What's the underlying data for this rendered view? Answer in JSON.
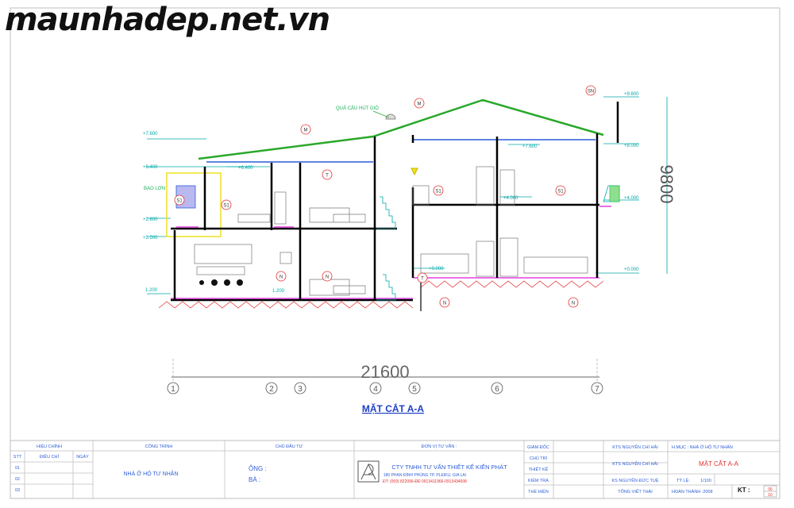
{
  "watermark": "maunhadep.net.vn",
  "annotations": {
    "roof_vent": "QUẢ CẦU HÚT GIÓ",
    "balcony": "BAO LƠN",
    "elevations": {
      "e7600": "+7.600",
      "e6400a": "+6.400",
      "e6400b": "+6.400",
      "e2800": "+2.800",
      "e2500": "+2.500",
      "e1200a": "1.200",
      "e1200b": "1.200",
      "e9800": "+9.800",
      "e8000": "+8.000",
      "e7600b": "+7.600",
      "e4000a": "+4.000",
      "e4000b": "+4.000",
      "e0000a": "+0.000",
      "e0000b": "+0.000"
    },
    "tags": [
      "M",
      "M",
      "T",
      "T",
      "N",
      "N",
      "N",
      "N",
      "S1",
      "S1",
      "S1",
      "S1",
      "SN"
    ],
    "dim_total": "21600",
    "dim_height": "9800",
    "grid": [
      "1",
      "2",
      "3",
      "4",
      "5",
      "6",
      "7"
    ],
    "section_title": "MẶT CẮT  A-A"
  },
  "title_block": {
    "revision_header": "HIỆU CHỈNH",
    "rev_cols": [
      "STT",
      "ĐIỀU CHỈ",
      "NGÀY"
    ],
    "rev_rows": [
      "01",
      "02",
      "03"
    ],
    "project_header": "CÔNG TRÌNH",
    "project_name": "NHÀ Ở HỘ TƯ NHÂN",
    "owner_header": "CHỦ ĐẦU TƯ",
    "owner_mr": "ÔNG :",
    "owner_mrs": "BÀ   :",
    "consultant_header": "ĐƠN VỊ TƯ VẤN :",
    "company": "CTY TNHH TƯ VẤN THIẾT KẾ KIẾN PHÁT",
    "address": "180 PHAN ĐÌNH PHÙNG TP. PLEIKU, GIA LAI",
    "phone": "ĐT: (059) 822096-ĐĐ 0913411966-0913434008",
    "roles": [
      "GIÁM ĐỐC",
      "CHỦ TRÌ",
      "THIẾT KẾ",
      "KIỂM TRA",
      "THỂ HIỆN"
    ],
    "names": [
      "KTS NGUYỄN CHÍ HẢI",
      "KTS NGUYỄN CHÍ HẢI",
      "",
      "KS NGUYỄN ĐỨC TUỆ",
      "TỐNG VIẾT THÁI"
    ],
    "item_label": "H.MỤC : NHÀ Ở HỘ TƯ NHÂN",
    "drawing_name": "MẶT CẮT  A-A",
    "scale_label": "TỶ LỆ:",
    "scale_value": "1/100",
    "completed_label": "HOÀN THÀNH :2008",
    "kt_label": "KT :",
    "sheet_no": "06",
    "sheet_total": "10"
  },
  "colors": {
    "structure": "#000000",
    "roof": "#2aa82a",
    "slab": "#2a5bd7",
    "floor": "#e040e0",
    "dimension": "#00a8a8",
    "tag": "#e03030",
    "title_green": "#1fae5b",
    "section_blue": "#1e40c8",
    "company_blue": "#2e5fd8",
    "highlight": "#f0e020"
  }
}
